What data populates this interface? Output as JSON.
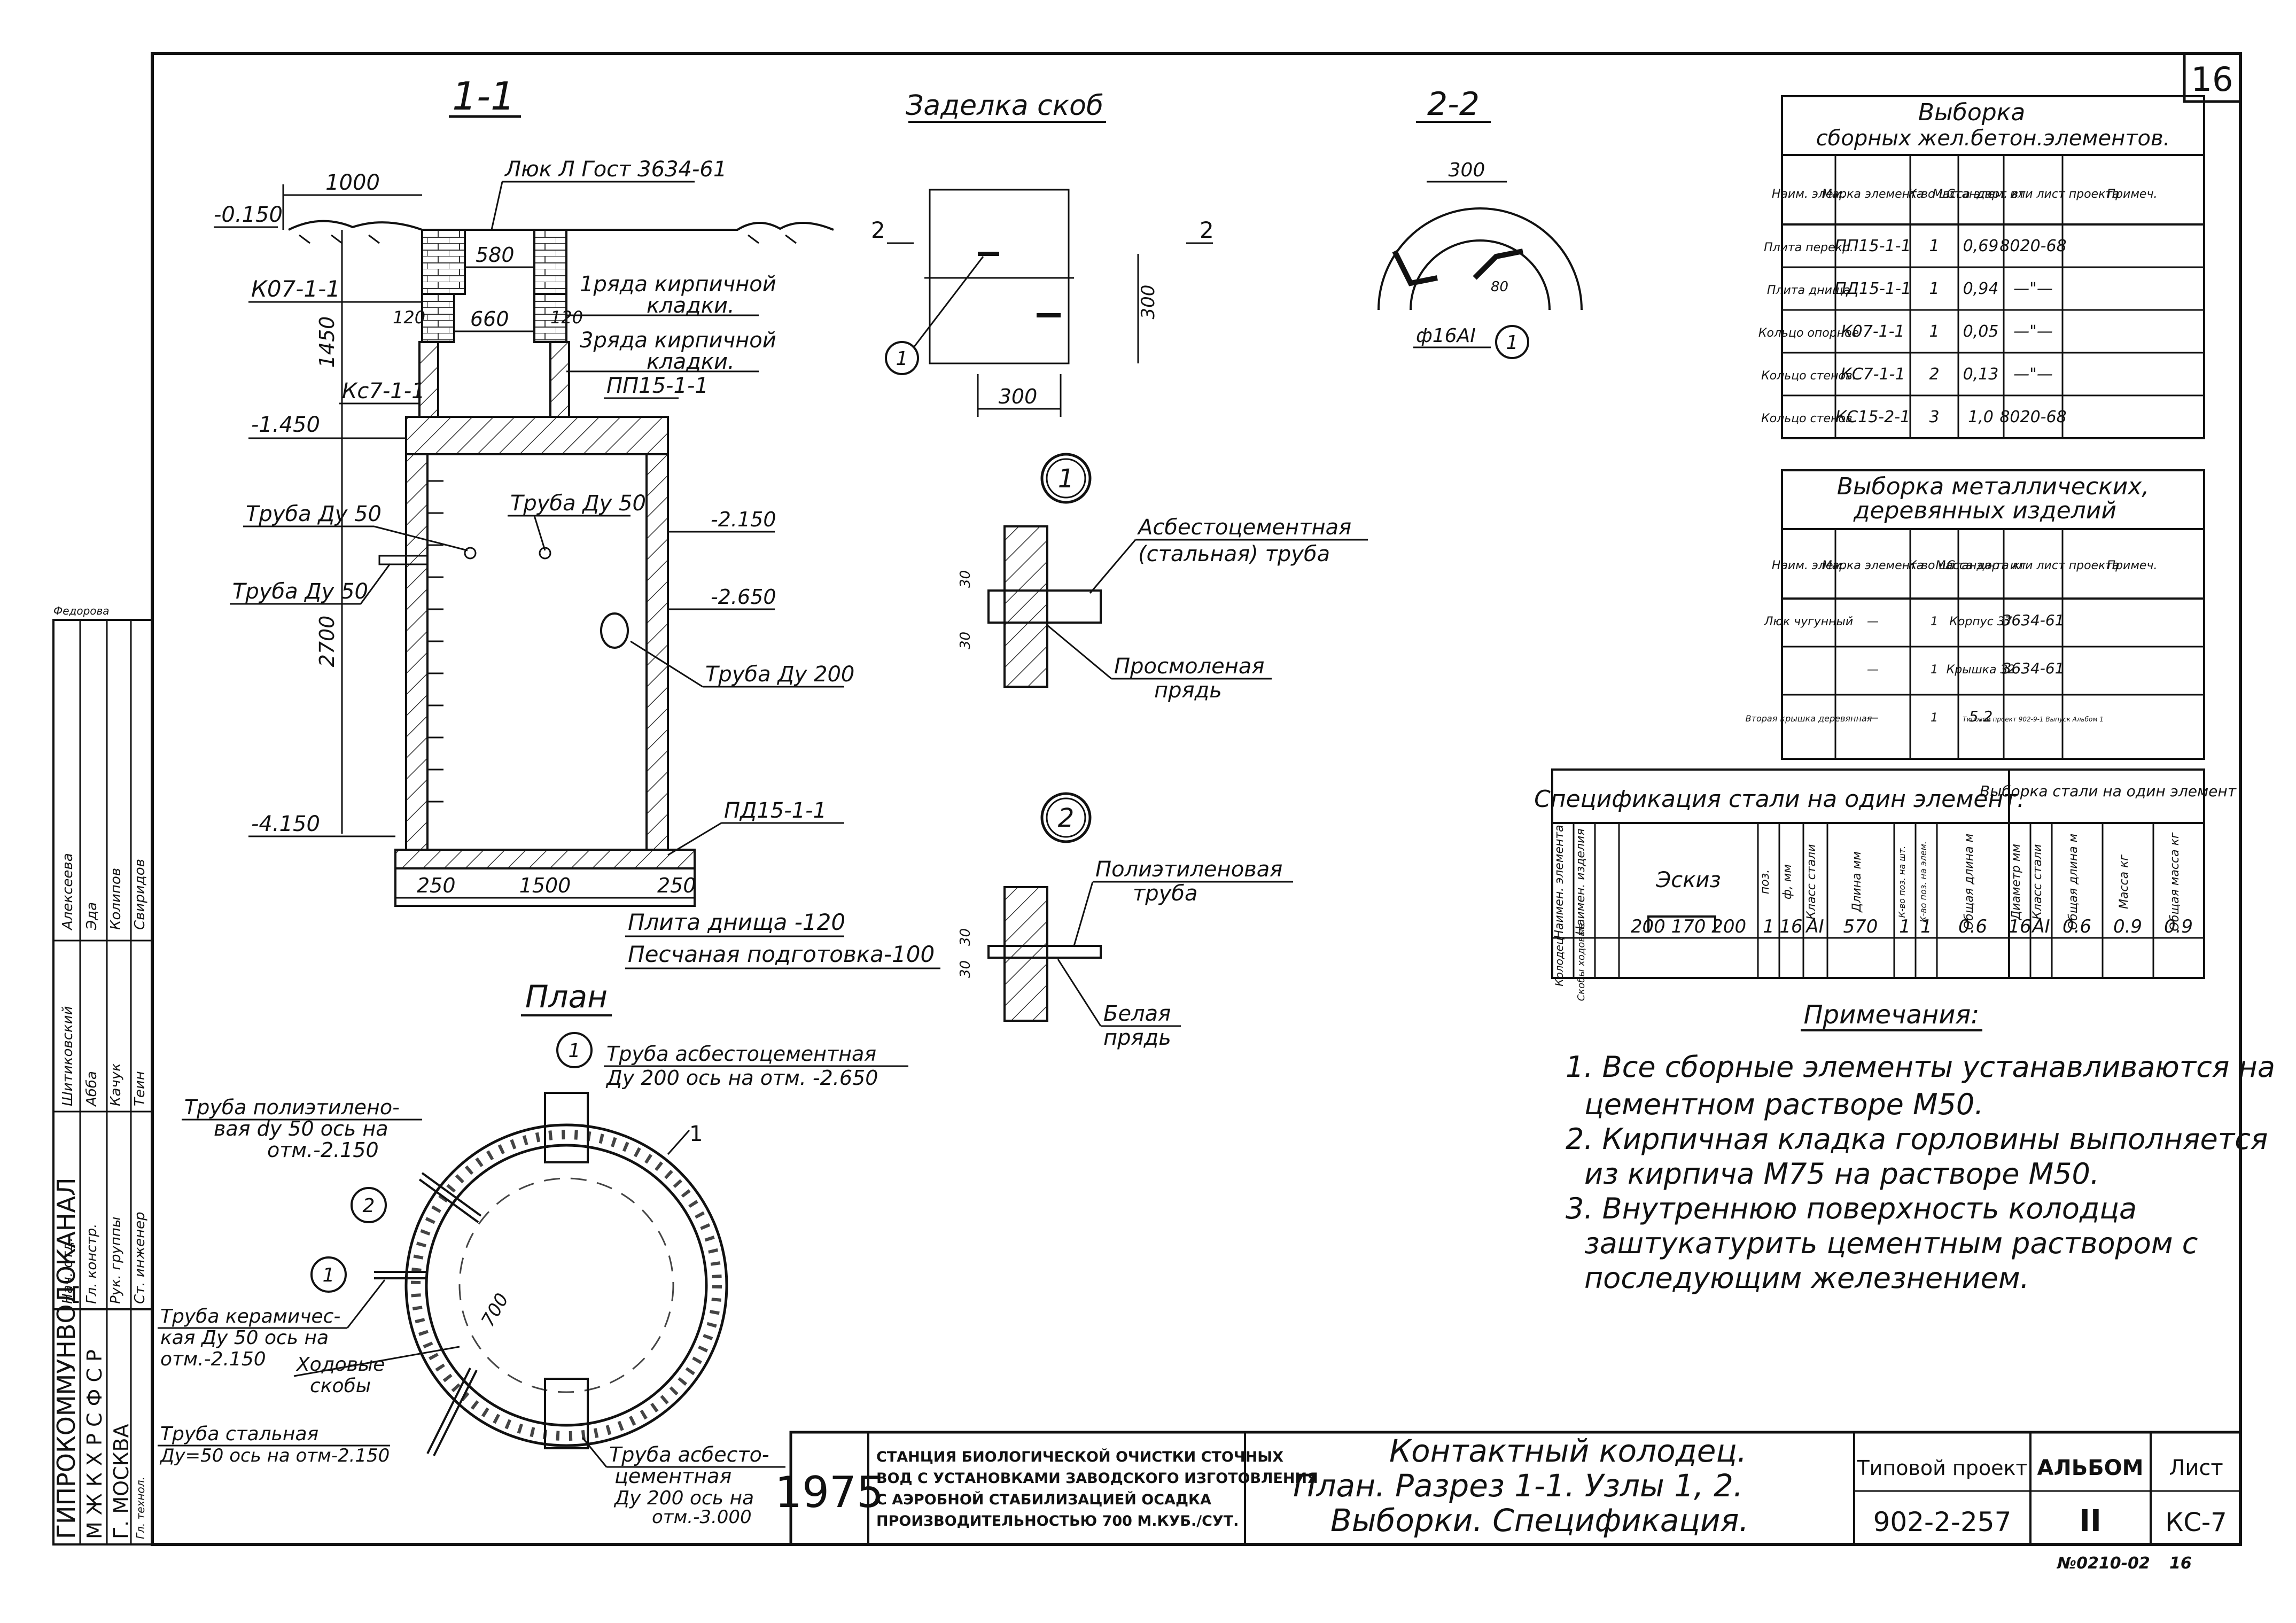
{
  "sheet_no": "16",
  "section_1": {
    "title": "1-1",
    "hatch_top": "Люк Л Гост 3634-61",
    "dim_1000": "1000",
    "lvl_top": "-0.150",
    "ring_support": "К07-1-1",
    "dim_580": "580",
    "dim_660": "660",
    "dim_120a": "120",
    "dim_120b": "120",
    "brick_1": "1ряда кирпичной",
    "brick_1b": "кладки.",
    "brick_3": "3ряда кирпичной",
    "brick_3b": "кладки.",
    "ring_wall": "Кс7-1-1",
    "dim_1450": "1450",
    "cover_slab": "ПП15-1-1",
    "lvl_1450": "-1.450",
    "pipe_50a": "Труба Ду 50",
    "pipe_50b": "Труба Ду 50",
    "pipe_50c": "Труба Ду 50",
    "lvl_2150": "-2.150",
    "lvl_2650": "-2.650",
    "dim_2700": "2700",
    "pipe_200": "Труба Ду 200",
    "lvl_4150": "-4.150",
    "bottom_slab": "ПД15-1-1",
    "dim_250a": "250",
    "dim_1500": "1500",
    "dim_250b": "250",
    "note_slab": "Плита днища -120",
    "note_sand": "Песчаная подготовка-100"
  },
  "staples": {
    "title": "Заделка скоб",
    "cut_left": "2",
    "cut_right": "2",
    "dim_300v": "300",
    "dim_300h": "300",
    "callout": "1"
  },
  "section_2": {
    "title": "2-2",
    "dim_300": "300",
    "dim_80": "80",
    "rebar": "ф16АI",
    "callout": "1"
  },
  "node_1": {
    "num": "1",
    "label_a": "Асбестоцементная",
    "label_b": "(стальная) труба",
    "label_c": "Просмоленая",
    "label_d": "прядь",
    "dim_30a": "30",
    "dim_30b": "30"
  },
  "node_2": {
    "num": "2",
    "label_a": "Полиэтиленовая",
    "label_b": "труба",
    "label_c": "Белая",
    "label_d": "прядь",
    "dim_30a": "30",
    "dim_30b": "30"
  },
  "plan": {
    "title": "План",
    "pipe_ac_top_a": "Труба асбестоцементная",
    "pipe_ac_top_b": "Ду 200 ось на отм. -2.650",
    "pipe_pe_a": "Труба полиэтилено-",
    "pipe_pe_b": "вая dy 50 ось на",
    "pipe_pe_c": "отм.-2.150",
    "pipe_cer_a": "Труба керамичес-",
    "pipe_cer_b": "кая Ду 50 ось на",
    "pipe_cer_c": "отм.-2.150",
    "staples_a": "Ходовые",
    "staples_b": "скобы",
    "pipe_st_a": "Труба стальная",
    "pipe_st_b": "Ду=50 ось на отм-2.150",
    "pipe_ac_bot_a": "Труба асбесто-",
    "pipe_ac_bot_b": "цементная",
    "pipe_ac_bot_c": "Ду 200 ось на",
    "pipe_ac_bot_d": "отм.-3.000",
    "dim_700": "700",
    "cut_mark": "1",
    "call_1a": "1",
    "call_1b": "1",
    "call_2": "2"
  },
  "table_concrete": {
    "title_a": "Выборка",
    "title_b": "сборных жел.бетон.элементов.",
    "headers": [
      "Наим. элем.",
      "Марка элемента",
      "К-во шт.",
      "Масса элем. вт.",
      "Стандарт или лист проекта",
      "Примеч."
    ],
    "rows": [
      [
        "Плита перекр.",
        "ПП15-1-1",
        "1",
        "0,69",
        "8020-68",
        ""
      ],
      [
        "Плита днища",
        "ПД15-1-1",
        "1",
        "0,94",
        "—\"—",
        ""
      ],
      [
        "Кольцо опорное",
        "К07-1-1",
        "1",
        "0,05",
        "—\"—",
        ""
      ],
      [
        "Кольцо стенов.",
        "КС7-1-1",
        "2",
        "0,13",
        "—\"—",
        ""
      ],
      [
        "Кольцо стенов.",
        "КС15-2-1",
        "3",
        "1,0",
        "8020-68",
        ""
      ]
    ]
  },
  "table_metal": {
    "title_a": "Выборка металлических,",
    "title_b": "деревянных изделий",
    "headers": [
      "Наим. элем.",
      "Марка элемента",
      "К-во шт.",
      "Масса эл-та кг",
      "Стандарт или лист проекта",
      "Примеч."
    ],
    "rows": [
      [
        "Люк чугунный",
        "—",
        "1",
        "Корпус 37",
        "3634-61",
        ""
      ],
      [
        "",
        "—",
        "1",
        "Крышка 32",
        "3634-61",
        ""
      ],
      [
        "Вторая крышка деревянная",
        "—",
        "1",
        "5.2",
        "Типовой проект 902-9-1 Выпуск Альбом 1",
        ""
      ]
    ]
  },
  "table_steel": {
    "title": "Спецификация стали на один элемент.",
    "title_right": "Выборка стали на один элемент",
    "headers": [
      "Наимен. элемента",
      "Наимен. изделия",
      "Эскиз",
      "поз.",
      "ф, мм",
      "Класс стали",
      "Длина мм",
      "К-во поз. на шт.",
      "К-во поз. на элем.",
      "Общая длина м",
      "Диаметр мм",
      "Класс стали",
      "Общая длина м",
      "Масса кг",
      "Общая масса кг"
    ],
    "row": [
      "Колодец",
      "Скобы ходовые",
      "200 170 200",
      "1",
      "16",
      "АI",
      "570",
      "1",
      "1",
      "0.6",
      "16",
      "АI",
      "0.6",
      "0.9",
      "0.9"
    ]
  },
  "notes": {
    "title": "Примечания:",
    "items": [
      "1. Все сборные элементы устанавливаются на",
      "цементном растворе М50.",
      "2. Кирпичная кладка горловины выполняется",
      "из кирпича М75 на растворе М50.",
      "3. Внутреннюю поверхность колодца",
      "заштукатурить цементным раствором с",
      "последующим железнением."
    ]
  },
  "stamp": {
    "org_a": "ГИПРОКОММУНВОДОКАНАЛ",
    "org_b": "М Ж К Х  Р С Ф С Р",
    "org_c": "Г. МОСКВА",
    "roles": [
      "Нач. отд.",
      "Гл. констр.",
      "Рук. группы",
      "Ст. инженер",
      "Гл. технол."
    ],
    "names_1": [
      "Шитиковский",
      "Абба",
      "Качук",
      "Теин",
      "Федорова"
    ],
    "names_2": [
      "Алексеева",
      "Эда",
      "Колипов",
      "Свиридов",
      ""
    ],
    "year": "1975",
    "project_a": "СТАНЦИЯ БИОЛОГИЧЕСКОЙ ОЧИСТКИ СТОЧНЫХ",
    "project_b": "ВОД С УСТАНОВКАМИ ЗАВОДСКОГО ИЗГОТОВЛЕНИЯ",
    "project_c": "С АЭРОБНОЙ СТАБИЛИЗАЦИЕЙ ОСАДКА",
    "project_d": "ПРОИЗВОДИТЕЛЬНОСТЬЮ 700 М.КУБ./СУТ.",
    "sheet_title_a": "Контактный колодец.",
    "sheet_title_b": "План. Разрез 1-1. Узлы 1, 2.",
    "sheet_title_c": "Выборки. Спецификация.",
    "typ_label": "Типовой проект",
    "typ_value": "902-2-257",
    "album_label": "АЛЬБОМ",
    "album_value": "II",
    "list_label": "Лист",
    "list_value": "КС-7",
    "footer_code": "№0210-02",
    "footer_page": "16"
  }
}
